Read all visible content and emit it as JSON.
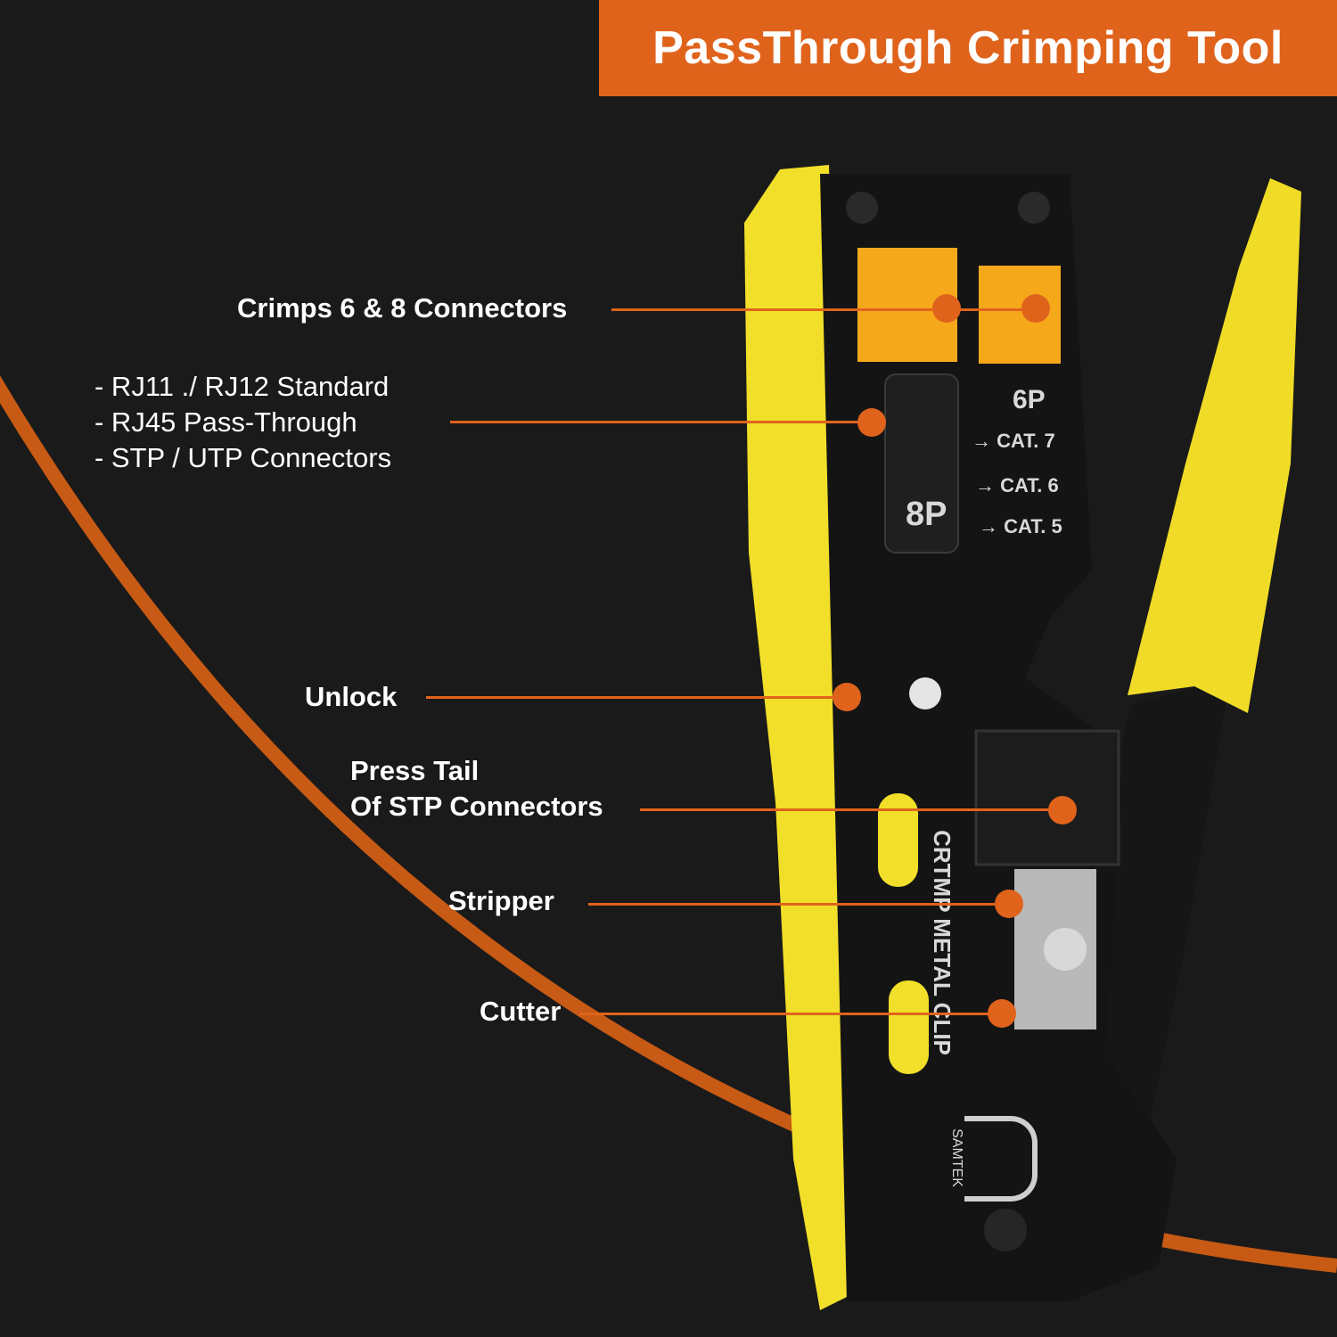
{
  "banner": {
    "title": "PassThrough Crimping Tool"
  },
  "callouts": {
    "crimps": "Crimps 6 & 8 Connectors",
    "standards": [
      "- RJ11 ./ RJ12 Standard",
      "- RJ45 Pass-Through",
      "- STP / UTP Connectors"
    ],
    "unlock": "Unlock",
    "press_tail_line1": "Press Tail",
    "press_tail_line2": "Of STP Connectors",
    "stripper": "Stripper",
    "cutter": "Cutter"
  },
  "tool": {
    "six_p": "6P",
    "eight_p": "8P",
    "cat7": "→ CAT. 7",
    "cat6": "→ CAT. 6",
    "cat5": "→ CAT. 5",
    "vertical_text": "CRTMP METAL CLIP",
    "brand": "SAMTEK"
  },
  "colors": {
    "accent": "#e0631c",
    "background": "#1a1a1a",
    "grip_yellow": "#f1df2a",
    "tool_body": "#141414"
  }
}
